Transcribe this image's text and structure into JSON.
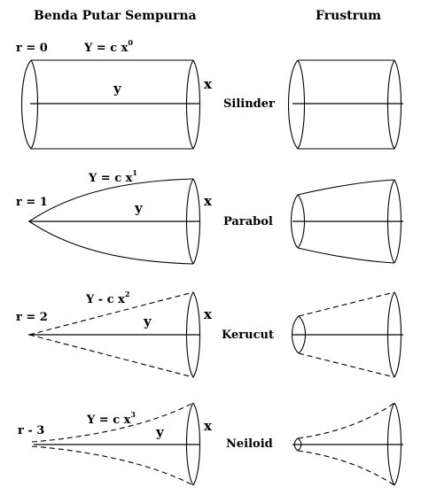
{
  "headers": {
    "left": "Benda Putar Sempurna",
    "right": "Frustrum"
  },
  "rows": [
    {
      "r_label": "r = 0",
      "eq_base": "Y = c x",
      "eq_exp": "0",
      "y_label": "y",
      "x_label": "x",
      "name": "Silinder"
    },
    {
      "r_label": "r = 1",
      "eq_base": "Y = c x",
      "eq_exp": "1",
      "y_label": "y",
      "x_label": "x",
      "name": "Parabol"
    },
    {
      "r_label": "r = 2",
      "eq_base": "Y - c x",
      "eq_exp": "2",
      "y_label": "y",
      "x_label": "x",
      "name": "Kerucut"
    },
    {
      "r_label": "r - 3",
      "eq_base": "Y = c x",
      "eq_exp": "3",
      "y_label": "y",
      "x_label": "x",
      "name": "Neiloid"
    }
  ]
}
